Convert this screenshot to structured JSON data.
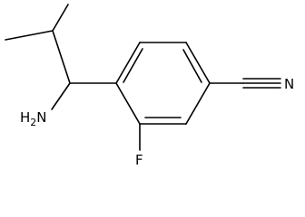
{
  "molecule": {
    "atoms": {
      "amine": {
        "symbol": "H",
        "subscript": "2",
        "element": "N"
      },
      "fluorine": {
        "symbol": "F"
      },
      "nitrile_nitrogen": {
        "symbol": "N"
      }
    }
  }
}
